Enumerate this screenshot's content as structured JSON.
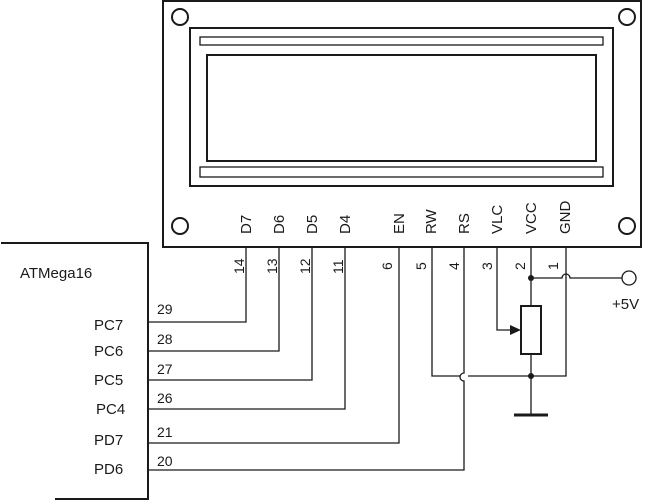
{
  "mcu": {
    "name": "ATMega16",
    "ports": [
      {
        "port": "PC7",
        "pin": "29",
        "lcd": "D7",
        "lcd_pin": "14"
      },
      {
        "port": "PC6",
        "pin": "28",
        "lcd": "D6",
        "lcd_pin": "13"
      },
      {
        "port": "PC5",
        "pin": "27",
        "lcd": "D5",
        "lcd_pin": "12"
      },
      {
        "port": "PC4",
        "pin": "26",
        "lcd": "D4",
        "lcd_pin": "11"
      },
      {
        "port": "PD7",
        "pin": "21",
        "lcd": "EN",
        "lcd_pin": "6"
      },
      {
        "port": "PD6",
        "pin": "20",
        "lcd": "RS",
        "lcd_pin": "4"
      }
    ]
  },
  "lcd": {
    "pins": [
      {
        "label": "D7",
        "num": "14"
      },
      {
        "label": "D6",
        "num": "13"
      },
      {
        "label": "D5",
        "num": "12"
      },
      {
        "label": "D4",
        "num": "11"
      },
      {
        "label": "EN",
        "num": "6"
      },
      {
        "label": "RW",
        "num": "5"
      },
      {
        "label": "RS",
        "num": "4"
      },
      {
        "label": "VLC",
        "num": "3"
      },
      {
        "label": "VCC",
        "num": "2"
      },
      {
        "label": "GND",
        "num": "1"
      }
    ]
  },
  "supply": {
    "label": "+5V"
  }
}
